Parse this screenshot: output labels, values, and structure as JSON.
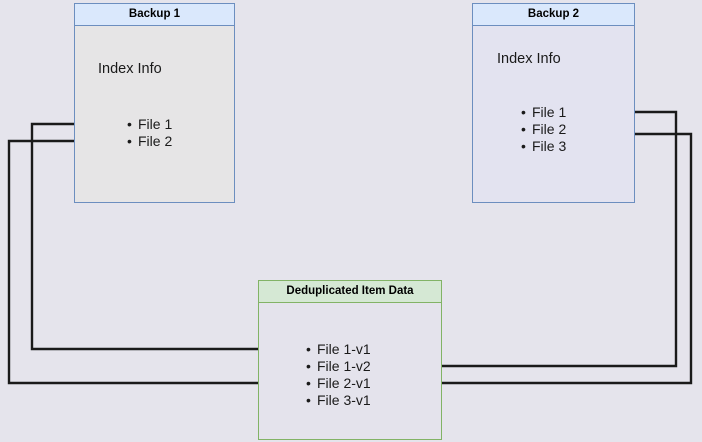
{
  "diagram": {
    "title": "Backup deduplication index diagram",
    "background_color": "#e5e4ec",
    "colors": {
      "blue_border": "#6c8ebf",
      "blue_header_fill": "#dae8fc",
      "green_border": "#82b366",
      "green_header_fill": "#d5e8d4",
      "box_fill": "#e6e5e6",
      "wire": "#1a1a1a"
    }
  },
  "backup1": {
    "header": "Backup 1",
    "index_label": "Index Info",
    "files": [
      {
        "label": "File 1"
      },
      {
        "label": "File 2"
      }
    ]
  },
  "backup2": {
    "header": "Backup 2",
    "index_label": "Index Info",
    "files": [
      {
        "label": "File 1"
      },
      {
        "label": "File 2"
      },
      {
        "label": "File 3"
      }
    ]
  },
  "dedup": {
    "header": "Deduplicated Item Data",
    "items": [
      {
        "label": "File 1-v1"
      },
      {
        "label": "File 1-v2"
      },
      {
        "label": "File 2-v1"
      },
      {
        "label": "File 3-v1"
      }
    ]
  },
  "connections": [
    {
      "name": "backup1-file1-to-file1v1",
      "from": "Backup 1 / File 1",
      "to": "Deduplicated Item Data / File 1-v1",
      "direction": "left-route"
    },
    {
      "name": "backup1-file2-to-file2v1",
      "from": "Backup 1 / File 2",
      "to": "Deduplicated Item Data / File 2-v1",
      "direction": "left-route"
    },
    {
      "name": "backup2-file1-to-file1v2",
      "from": "Backup 2 / File 1",
      "to": "Deduplicated Item Data / File 1-v2",
      "direction": "right-route"
    },
    {
      "name": "backup2-file2-to-file2v1",
      "from": "Backup 2 / File 2",
      "to": "Deduplicated Item Data / File 2-v1",
      "direction": "right-route"
    }
  ]
}
